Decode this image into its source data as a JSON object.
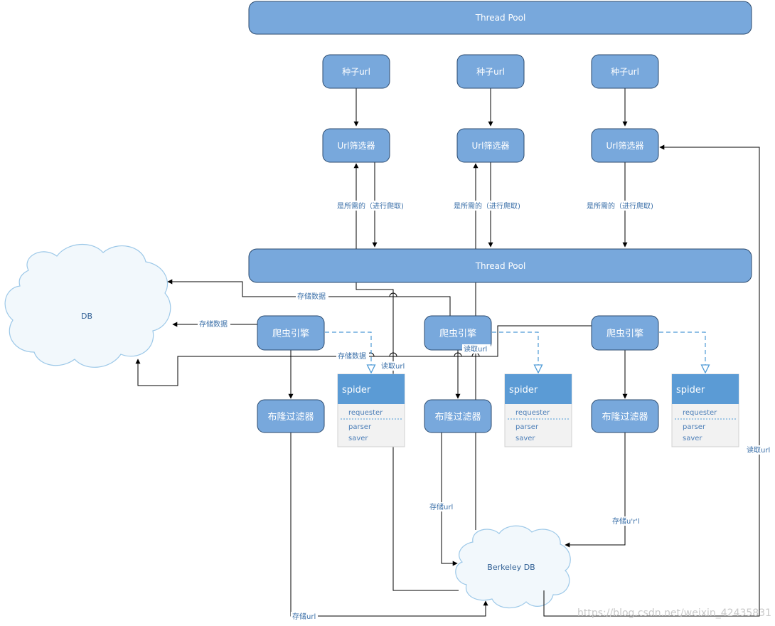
{
  "nodes": {
    "thread_pool_top": "Thread Pool",
    "thread_pool_mid": "Thread Pool",
    "seed_1": "种子url",
    "seed_2": "种子url",
    "seed_3": "种子url",
    "filter_1": "Url筛选器",
    "filter_2": "Url筛选器",
    "filter_3": "Url筛选器",
    "engine_1": "爬虫引擎",
    "engine_2": "爬虫引擎",
    "engine_3": "爬虫引擎",
    "bloom_1": "布隆过滤器",
    "bloom_2": "布隆过滤器",
    "bloom_3": "布隆过滤器",
    "db": "DB",
    "berkeley_db": "Berkeley DB"
  },
  "spiders": [
    {
      "title": "spider",
      "items": [
        "requester",
        "parser",
        "saver"
      ]
    },
    {
      "title": "spider",
      "items": [
        "requester",
        "parser",
        "saver"
      ]
    },
    {
      "title": "spider",
      "items": [
        "requester",
        "parser",
        "saver"
      ]
    }
  ],
  "edge_labels": {
    "needed_1": "是所需的（进行爬取)",
    "needed_2": "是所需的（进行爬取)",
    "needed_3": "是所需的（进行爬取)",
    "store_data_top": "存储数据",
    "store_data_left": "存储数据",
    "store_data_mid": "存储数据",
    "read_url_1": "读取url",
    "read_url_2": "读取url",
    "read_url_right": "读取url",
    "store_url_bloom2": "存储url",
    "store_url_bloom3": "存储u'r'l",
    "store_url_bottom": "存储url"
  },
  "watermark": "https://blog.csdn.net/weixin_42435831",
  "colors": {
    "node_fill": "#78a8dc",
    "node_stroke": "#2b4a6e",
    "spider_header": "#5b9bd5",
    "spider_body": "#f2f2f2",
    "dashed": "#4f9bd6",
    "cloud_fill": "#f2f8fc",
    "cloud_stroke": "#9cc8e8",
    "label_text": "#3a6fa8"
  }
}
